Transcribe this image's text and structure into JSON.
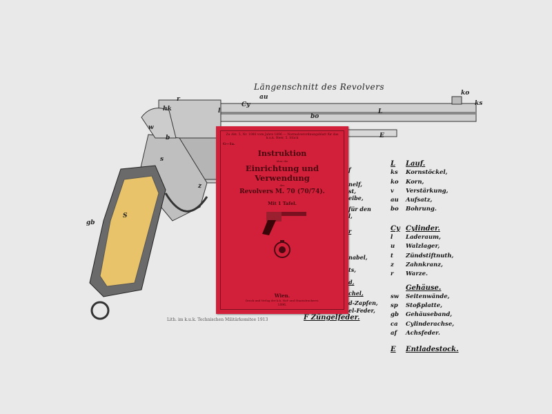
{
  "diagram": {
    "title": "Längenschnitt des Revolvers",
    "part_labels": [
      "ko",
      "ks",
      "L",
      "au",
      "Cy",
      "l",
      "bo",
      "E",
      "hk",
      "w",
      "b",
      "s",
      "z",
      "S",
      "gb",
      "r"
    ],
    "caption": "Lith. im k.u.k. Technischen Militärkomitee 1913",
    "bottom_label": "F  Züngelfeder.",
    "partial_fragments": [
      "f",
      "nelf,",
      "st,",
      "eibe,",
      "für den",
      "l,",
      "r",
      "nabel,",
      "ts,",
      "d,",
      "chel,",
      "d-Zapfen,",
      "el-Feder,"
    ]
  },
  "booklet": {
    "header": "Zu Abt. 5, Nr. 1080 vom Jahre 1896 — Normalverordnungsblatt für das k.u.k. Heer, 5. Stück",
    "code": "G—1a.",
    "title_line1": "Instruktion",
    "title_small1": "über die",
    "title_line2": "Einrichtung und Verwendung",
    "title_small2": "des",
    "title_line3": "Revolvers M. 70 (70/74).",
    "plates": "Mit 1 Tafel.",
    "city": "Wien.",
    "publisher": "Druck und Verlag der k.k. Hof- und Staatsdruckerei.",
    "year": "1896.",
    "color": "#d3203a"
  },
  "legend": [
    {
      "key": "L",
      "heading": "Lauf.",
      "items": [
        [
          "ks",
          "Kornstöckel,"
        ],
        [
          "ko",
          "Korn,"
        ],
        [
          "v",
          "Verstärkung,"
        ],
        [
          "au",
          "Aufsatz,"
        ],
        [
          "bo",
          "Bohrung."
        ]
      ]
    },
    {
      "key": "Cy",
      "heading": "Cylinder.",
      "items": [
        [
          "l",
          "Laderaum,"
        ],
        [
          "u",
          "Walzlager,"
        ],
        [
          "t",
          "Zündstiftnuth,"
        ],
        [
          "z",
          "Zahnkranz,"
        ],
        [
          "r",
          "Warze."
        ]
      ]
    },
    {
      "key": "",
      "heading": "Gehäuse.",
      "items": [
        [
          "sw",
          "Seitenwände,"
        ],
        [
          "sp",
          "Stoßplatte,"
        ],
        [
          "gb",
          "Gehäuseband,"
        ],
        [
          "ca",
          "Cylinderachse,"
        ],
        [
          "af",
          "Achsfeder."
        ]
      ]
    },
    {
      "key": "E",
      "heading": "Entladestock.",
      "items": []
    }
  ]
}
